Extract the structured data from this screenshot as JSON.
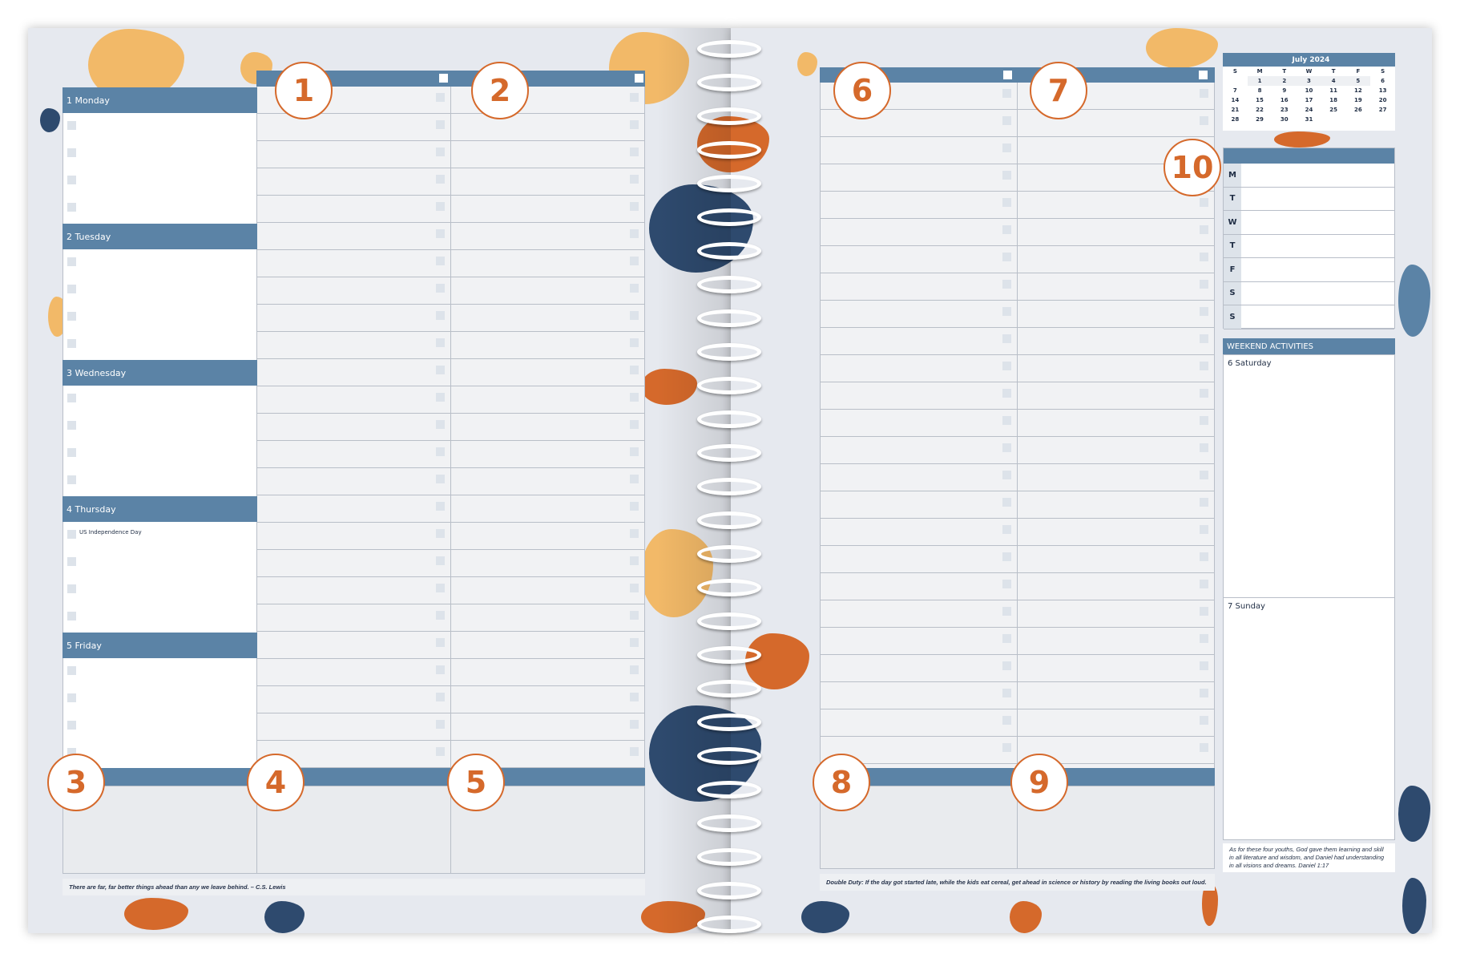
{
  "left_page": {
    "days": [
      {
        "label": "1 Monday"
      },
      {
        "label": "2 Tuesday"
      },
      {
        "label": "3 Wednesday"
      },
      {
        "label": "4 Thursday",
        "note": "US Independence Day"
      },
      {
        "label": "5 Friday"
      }
    ],
    "quote": "There are far, far better things ahead than any we leave behind.  –  C.S. Lewis"
  },
  "right_page": {
    "quote": "Double Duty: If the day got started late, while the kids eat cereal, get ahead in science or history by reading the living books out loud."
  },
  "mini_calendar": {
    "title": "July 2024",
    "weekdays": [
      "S",
      "M",
      "T",
      "W",
      "T",
      "F",
      "S"
    ],
    "weeks": [
      [
        "",
        "1",
        "2",
        "3",
        "4",
        "5",
        "6"
      ],
      [
        "7",
        "8",
        "9",
        "10",
        "11",
        "12",
        "13"
      ],
      [
        "14",
        "15",
        "16",
        "17",
        "18",
        "19",
        "20"
      ],
      [
        "21",
        "22",
        "23",
        "24",
        "25",
        "26",
        "27"
      ],
      [
        "28",
        "29",
        "30",
        "31",
        "",
        "",
        ""
      ]
    ]
  },
  "week_tracker": {
    "days": [
      "M",
      "T",
      "W",
      "T",
      "F",
      "S",
      "S"
    ]
  },
  "weekend": {
    "header": "WEEKEND ACTIVITIES",
    "saturday": "6 Saturday",
    "sunday": "7 Sunday"
  },
  "sidebar_quote": "As for these four youths, God gave them learning and skill in all literature and wisdom, and Daniel had understanding in all visions and dreams. Daniel 1:17",
  "callouts": [
    "1",
    "2",
    "3",
    "4",
    "5",
    "6",
    "7",
    "8",
    "9",
    "10"
  ],
  "colors": {
    "header": "#5b83a6",
    "accent": "#d5692b",
    "navy": "#2e4a6e",
    "yellow": "#f2b968"
  }
}
